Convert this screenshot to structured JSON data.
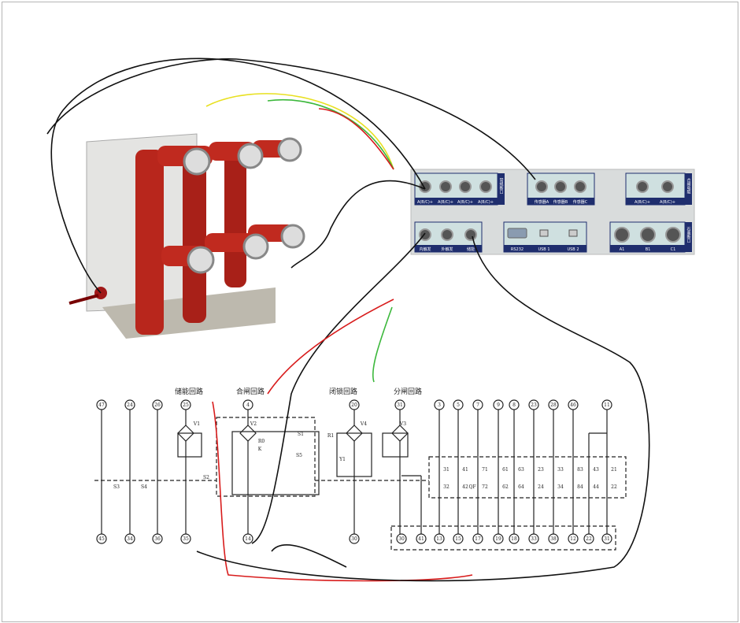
{
  "panel": {
    "top_left_group": {
      "ports": [
        "A(B/C)+",
        "A(B/C)+",
        "A(B/C)+",
        "A(B/C)+"
      ],
      "side_label": "常规断口"
    },
    "top_mid_group": {
      "ports": [
        "传感器A",
        "传感器B",
        "传感器C"
      ]
    },
    "top_right_group": {
      "ports": [
        "A(B/C)+",
        "A(B/C)+"
      ],
      "side_label": "合闸电阻"
    },
    "bottom_left_group": {
      "ports": [
        "内触发",
        "外触发",
        "储能"
      ]
    },
    "bottom_mid_group": {
      "ports": [
        "RS232",
        "USB 1",
        "USB 2"
      ]
    },
    "bottom_right_group": {
      "ports": [
        "A1",
        "B1",
        "C1"
      ],
      "side_label": "石墨断口"
    }
  },
  "schematic": {
    "section_titles": [
      "储能回路",
      "合闸回路",
      "闭锁回路",
      "分闸回路"
    ],
    "top_terminals": [
      "47",
      "24",
      "26",
      "25",
      "4",
      "20",
      "31",
      "3",
      "5",
      "7",
      "9",
      "8",
      "23",
      "28",
      "46",
      "11"
    ],
    "bottom_terminals": [
      "45",
      "34",
      "36",
      "35",
      "14",
      "30",
      "30",
      "41",
      "13",
      "15",
      "17",
      "19",
      "18",
      "33",
      "38",
      "12",
      "22",
      "31"
    ],
    "component_labels": [
      "V1",
      "V2",
      "V3",
      "V4",
      "R1",
      "Y1",
      "S1",
      "S2",
      "S3",
      "S4",
      "S5",
      "QF",
      "K",
      "R0"
    ],
    "qf_contacts_top": [
      "31",
      "41",
      "71",
      "61",
      "63",
      "23",
      "33",
      "83",
      "43",
      "21"
    ],
    "qf_contacts_bottom": [
      "32",
      "42",
      "72",
      "62",
      "64",
      "24",
      "34",
      "84",
      "44",
      "22"
    ]
  },
  "colors": {
    "breaker_red": "#b8261c",
    "panel_gray": "#d9dcdc",
    "label_blue": "#1f2e6e",
    "wire_red": "#d81c1c",
    "wire_green": "#3cb83c",
    "wire_yellow": "#e8e020",
    "wire_black": "#111111"
  }
}
